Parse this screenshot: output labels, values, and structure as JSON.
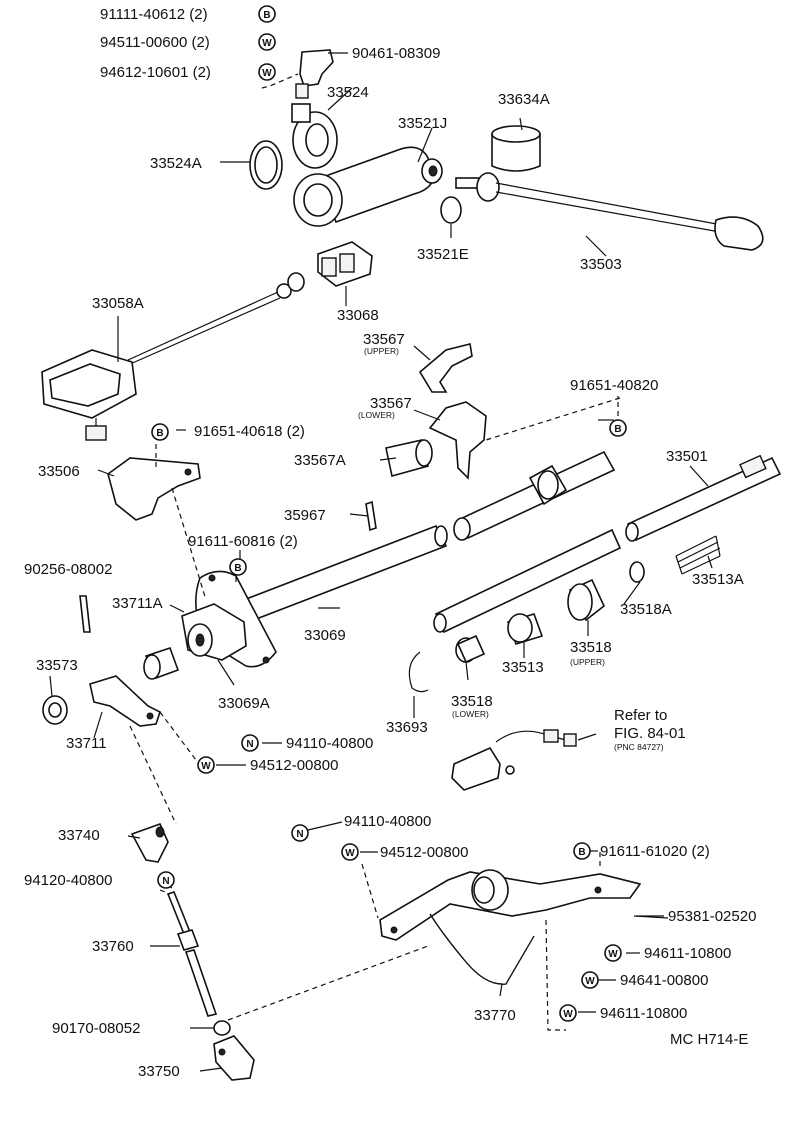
{
  "labels": [
    {
      "id": "l1",
      "text": "91111-40612 (2)"
    },
    {
      "id": "l2",
      "text": "94511-00600 (2)"
    },
    {
      "id": "l3",
      "text": "94612-10601 (2)"
    },
    {
      "id": "l4",
      "text": "90461-08309"
    },
    {
      "id": "l5",
      "text": "33524"
    },
    {
      "id": "l6",
      "text": "33634A"
    },
    {
      "id": "l7",
      "text": "33521J"
    },
    {
      "id": "l8",
      "text": "33524A"
    },
    {
      "id": "l9",
      "text": "33521E"
    },
    {
      "id": "l10",
      "text": "33503"
    },
    {
      "id": "l11",
      "text": "33068"
    },
    {
      "id": "l12",
      "text": "33058A"
    },
    {
      "id": "l13",
      "text": "33567"
    },
    {
      "id": "l14",
      "text": "33567"
    },
    {
      "id": "l15",
      "text": "91651-40820"
    },
    {
      "id": "l16",
      "text": "91651-40618 (2)"
    },
    {
      "id": "l17",
      "text": "33567A"
    },
    {
      "id": "l18",
      "text": "33501"
    },
    {
      "id": "l19",
      "text": "33506"
    },
    {
      "id": "l20",
      "text": "35967"
    },
    {
      "id": "l21",
      "text": "91611-60816 (2)"
    },
    {
      "id": "l22",
      "text": "33513A"
    },
    {
      "id": "l23",
      "text": "90256-08002"
    },
    {
      "id": "l24",
      "text": "33711A"
    },
    {
      "id": "l25",
      "text": "33518A"
    },
    {
      "id": "l26",
      "text": "33069"
    },
    {
      "id": "l27",
      "text": "33518"
    },
    {
      "id": "l28",
      "text": "33513"
    },
    {
      "id": "l29",
      "text": "33573"
    },
    {
      "id": "l30",
      "text": "33069A"
    },
    {
      "id": "l31",
      "text": "33518"
    },
    {
      "id": "l32",
      "text": "33693"
    },
    {
      "id": "l33",
      "text": "33711"
    },
    {
      "id": "l34",
      "text": "Refer to"
    },
    {
      "id": "l35",
      "text": "FIG. 84-01"
    },
    {
      "id": "l36",
      "text": "94110-40800"
    },
    {
      "id": "l37",
      "text": "94512-00800"
    },
    {
      "id": "l38",
      "text": "94110-40800"
    },
    {
      "id": "l39",
      "text": "33740"
    },
    {
      "id": "l40",
      "text": "94512-00800"
    },
    {
      "id": "l41",
      "text": "91611-61020 (2)"
    },
    {
      "id": "l42",
      "text": "94120-40800"
    },
    {
      "id": "l43",
      "text": "95381-02520"
    },
    {
      "id": "l44",
      "text": "33760"
    },
    {
      "id": "l45",
      "text": "94611-10800"
    },
    {
      "id": "l46",
      "text": "94641-00800"
    },
    {
      "id": "l47",
      "text": "33770"
    },
    {
      "id": "l48",
      "text": "94611-10800"
    },
    {
      "id": "l49",
      "text": "90170-08052"
    },
    {
      "id": "l50",
      "text": "MC H714-E"
    },
    {
      "id": "l51",
      "text": "33750"
    }
  ],
  "sublabels": [
    {
      "id": "s1",
      "text": "(UPPER)"
    },
    {
      "id": "s2",
      "text": "(LOWER)"
    },
    {
      "id": "s3",
      "text": "(UPPER)"
    },
    {
      "id": "s4",
      "text": "(LOWER)"
    },
    {
      "id": "s5",
      "text": "(PNC 84727)"
    }
  ],
  "markers": [
    {
      "id": "m1",
      "letter": "B"
    },
    {
      "id": "m2",
      "letter": "W"
    },
    {
      "id": "m3",
      "letter": "W"
    },
    {
      "id": "m4",
      "letter": "B"
    },
    {
      "id": "m5",
      "letter": "B"
    },
    {
      "id": "m6",
      "letter": "B"
    },
    {
      "id": "m7",
      "letter": "N"
    },
    {
      "id": "m8",
      "letter": "W"
    },
    {
      "id": "m9",
      "letter": "N"
    },
    {
      "id": "m10",
      "letter": "W"
    },
    {
      "id": "m11",
      "letter": "B"
    },
    {
      "id": "m12",
      "letter": "N"
    },
    {
      "id": "m13",
      "letter": "W"
    },
    {
      "id": "m14",
      "letter": "W"
    },
    {
      "id": "m15",
      "letter": "W"
    }
  ]
}
